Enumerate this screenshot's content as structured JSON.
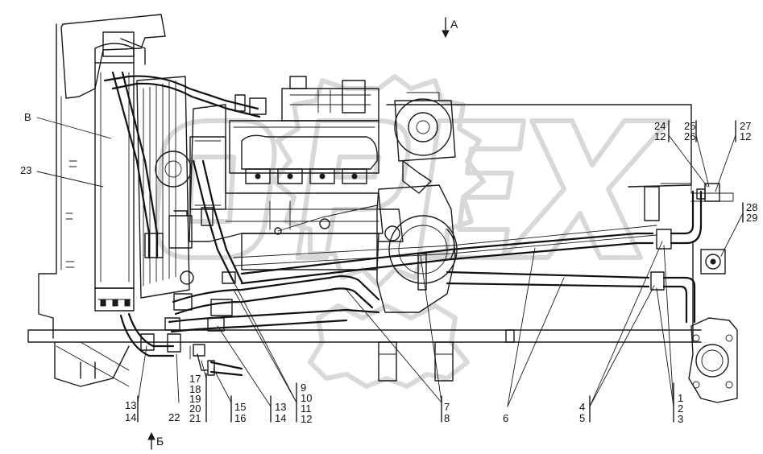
{
  "view_markers": {
    "top": "A",
    "bottom": "Б"
  },
  "callouts": {
    "c_B": "В",
    "c_23": "23",
    "c_13a": "13",
    "c_14a": "14",
    "c_22": "22",
    "c_17": "17",
    "c_18": "18",
    "c_19": "19",
    "c_20": "20",
    "c_21": "21",
    "c_15": "15",
    "c_16": "16",
    "c_13b": "13",
    "c_14b": "14",
    "c_9": "9",
    "c_10": "10",
    "c_11": "11",
    "c_12a": "12",
    "c_7": "7",
    "c_8": "8",
    "c_6": "6",
    "c_4": "4",
    "c_5": "5",
    "c_1": "1",
    "c_2": "2",
    "c_3": "3",
    "c_24": "24",
    "c_12b": "12",
    "c_25": "25",
    "c_26": "26",
    "c_27": "27",
    "c_12c": "12",
    "c_28": "28",
    "c_29": "29"
  },
  "watermark": {
    "text": "OPEX",
    "color": "#d2d2d2"
  },
  "colors": {
    "line": "#1a1a1a",
    "background": "#ffffff"
  }
}
